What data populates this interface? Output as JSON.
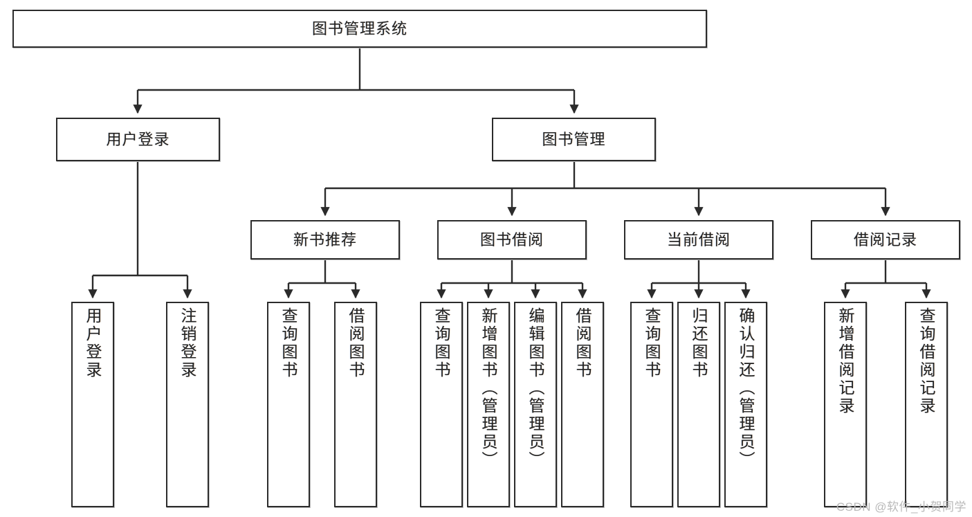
{
  "diagram": {
    "title": "图书管理系统",
    "type": "tree-hierarchy",
    "root": {
      "label": "图书管理系统"
    },
    "level2": [
      {
        "label": "用户登录"
      },
      {
        "label": "图书管理"
      }
    ],
    "level3": [
      {
        "label": "新书推荐"
      },
      {
        "label": "图书借阅"
      },
      {
        "label": "当前借阅"
      },
      {
        "label": "借阅记录"
      }
    ],
    "leaves": {
      "user_login": [
        "用户登录",
        "注销登录"
      ],
      "new_book_recommend": [
        "查询图书",
        "借阅图书"
      ],
      "book_borrow": [
        "查询图书",
        "新增图书（管理员）",
        "编辑图书（管理员）",
        "借阅图书"
      ],
      "current_borrow": [
        "查询图书",
        "归还图书",
        "确认归还（管理员）"
      ],
      "borrow_record": [
        "新增借阅记录",
        "查询借阅记录"
      ]
    }
  },
  "watermark": {
    "text": "CSDN @软件_小贺同学"
  },
  "colors": {
    "stroke": "#2b2b2b",
    "background": "#ffffff",
    "text": "#222222",
    "watermark": "#b9b9b9"
  }
}
